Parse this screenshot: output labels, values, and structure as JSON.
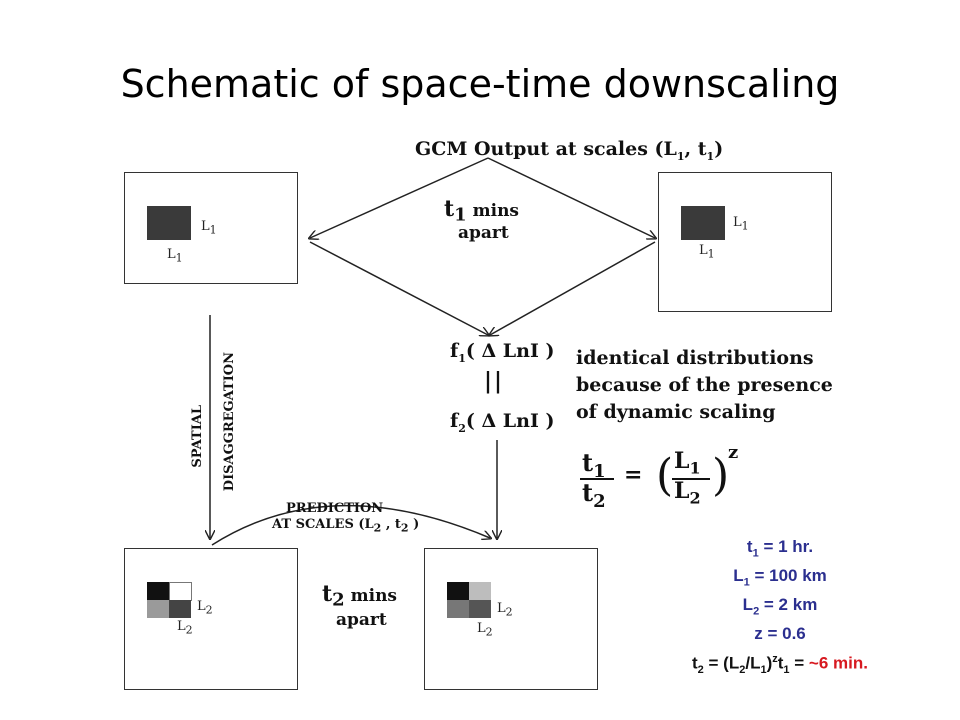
{
  "title": "Schematic of space-time downscaling",
  "gcm_output": {
    "label": "GCM Output at scales (L",
    "sub1": "1",
    "comma": ",  t",
    "sub2": "1",
    "close": ")"
  },
  "t1_apart": {
    "t": "t",
    "sub": "1",
    "mins": "mins",
    "apart": "apart"
  },
  "t2_apart": {
    "t": "t",
    "sub": "2",
    "mins": "mins",
    "apart": "apart"
  },
  "panel_labels": {
    "L": "L",
    "sub1": "1",
    "sub2": "2"
  },
  "f1": {
    "f": "f",
    "sub": "1",
    "arg": "( Δ LnI )"
  },
  "f2": {
    "f": "f",
    "sub": "2",
    "arg": "( Δ LnI )"
  },
  "equals_sign": "||",
  "identical": [
    "identical distributions",
    "because of the presence",
    "of dynamic scaling"
  ],
  "scaling_eq": {
    "num_left": "t",
    "num_left_sub": "1",
    "den_left": "t",
    "den_left_sub": "2",
    "eq": "=",
    "num_right": "L",
    "num_right_sub": "1",
    "den_right": "L",
    "den_right_sub": "2",
    "exp": "z"
  },
  "spatial": [
    "SPATIAL",
    "DISAGGREGATION"
  ],
  "prediction": [
    "PREDICTION",
    "AT SCALES  (L",
    "2",
    " ,  t",
    "2",
    " )"
  ],
  "params": {
    "t1": "t",
    "t1_sub": "1",
    "t1_val": " = 1 hr.",
    "L1": "L",
    "L1_sub": "1",
    "L1_val": " = 100 km",
    "L2": "L",
    "L2_sub": "2",
    "L2_val": "  = 2 km",
    "z": "z = 0.6",
    "t2_a": "t",
    "t2_sub": "2",
    "t2_b": "  = (L",
    "t2_c": "/L",
    "t2_d": ")",
    "t2_e": "z",
    "t2_f": "t",
    "t2_g": " = ",
    "sub_2": "2",
    "sub_1": "1",
    "result": "~6 min."
  },
  "colors": {
    "blue": "#2b2f8f",
    "red": "#d71920",
    "dark_square": "#3a3a3a"
  }
}
